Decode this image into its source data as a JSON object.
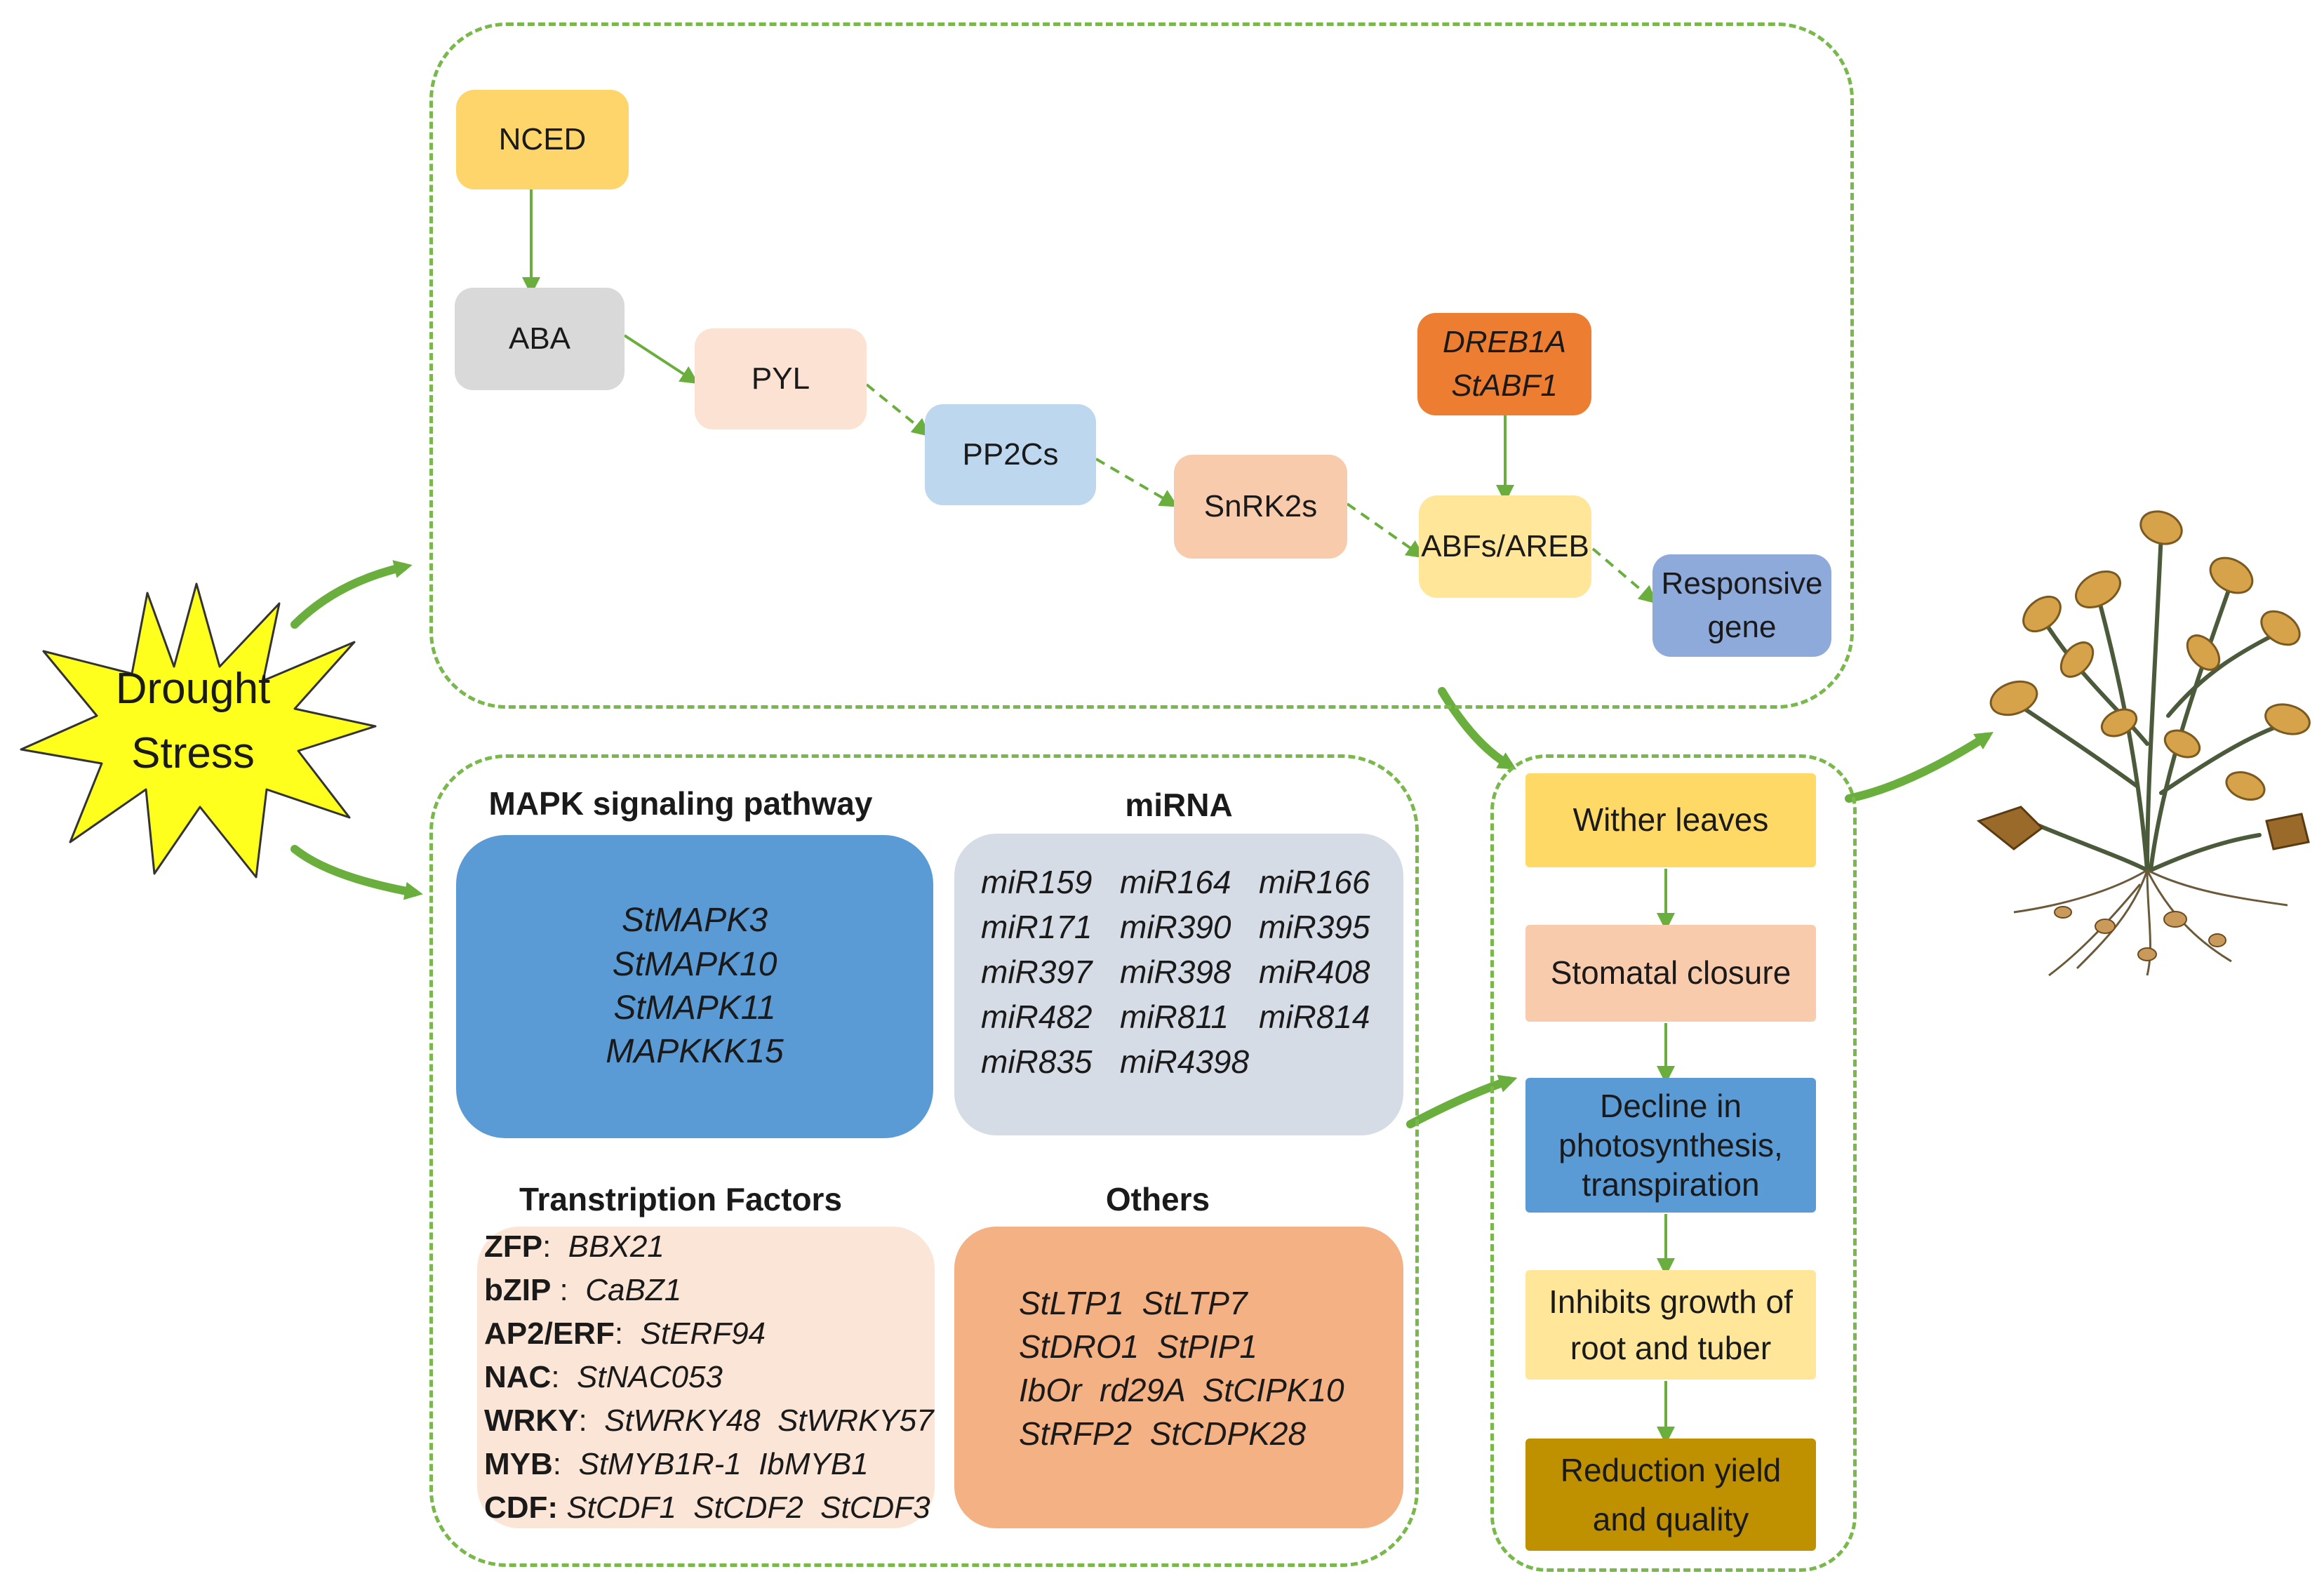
{
  "stress": {
    "line1": "Drought",
    "line2": "Stress"
  },
  "aba_pathway": {
    "nced": "NCED",
    "aba": "ABA",
    "pyl": "PYL",
    "pp2cs": "PP2Cs",
    "snrk2s": "SnRK2s",
    "dreb_line1": "DREB1A",
    "dreb_line2": "StABF1",
    "abfs": "ABFs/AREB",
    "responsive_line1": "Responsive",
    "responsive_line2": "gene"
  },
  "mapk": {
    "heading": "MAPK signaling pathway",
    "genes": [
      "StMAPK3",
      "StMAPK10",
      "StMAPK11",
      "MAPKKK15"
    ]
  },
  "mirna": {
    "heading": "miRNA",
    "items": [
      "miR159",
      "miR164",
      "miR166",
      "miR171",
      "miR390",
      "miR395",
      "miR397",
      "miR398",
      "miR408",
      "miR482",
      "miR811",
      "miR814",
      "miR835",
      "miR4398"
    ]
  },
  "tf": {
    "heading": "Transtription Factors",
    "rows": [
      {
        "family": "ZFP",
        "sep": ":",
        "genes": "BBX21"
      },
      {
        "family": "bZIP",
        "sep": " :",
        "genes": "CaBZ1"
      },
      {
        "family": "AP2/ERF",
        "sep": ":",
        "genes": "StERF94"
      },
      {
        "family": "NAC",
        "sep": ":",
        "genes": "StNAC053"
      },
      {
        "family": "WRKY",
        "sep": ":",
        "genes": "StWRKY48  StWRKY57"
      },
      {
        "family": "MYB",
        "sep": ":",
        "genes": "StMYB1R-1  IbMYB1"
      },
      {
        "family": "CDF:",
        "sep": "",
        "genes": "StCDF1  StCDF2  StCDF3"
      }
    ]
  },
  "others": {
    "heading": "Others",
    "lines": [
      "StLTP1  StLTP7",
      "StDRO1  StPIP1",
      "IbOr  rd29A  StCIPK10",
      "StRFP2  StCDPK28"
    ]
  },
  "results": {
    "wither": "Wither leaves",
    "stomatal": "Stomatal closure",
    "decline_line1": "Decline in",
    "decline_line2": "photosynthesis,",
    "decline_line3": "transpiration",
    "inhibits_line1": "Inhibits growth of",
    "inhibits_line2": "root and tuber",
    "reduction_line1": "Reduction yield",
    "reduction_line2": "and quality"
  },
  "colors": {
    "frame": "#79b84a",
    "arrow": "#6aaf3d",
    "nced": "#fdd56a",
    "aba": "#d9d9d9",
    "pyl": "#fbe2d2",
    "pp2cs": "#bdd7ee",
    "snrk2s": "#f8cbad",
    "dreb": "#ed7d31",
    "abfs": "#ffe699",
    "responsive": "#8eaadb",
    "mapk": "#5b9bd5",
    "mirna": "#d6dce5",
    "tf": "#fbe5d6",
    "others": "#f4b183",
    "wither": "#ffd966",
    "stomatal": "#f8cbad",
    "decline": "#5b9bd5",
    "inhibits": "#ffe699",
    "reduction": "#bf9000"
  }
}
